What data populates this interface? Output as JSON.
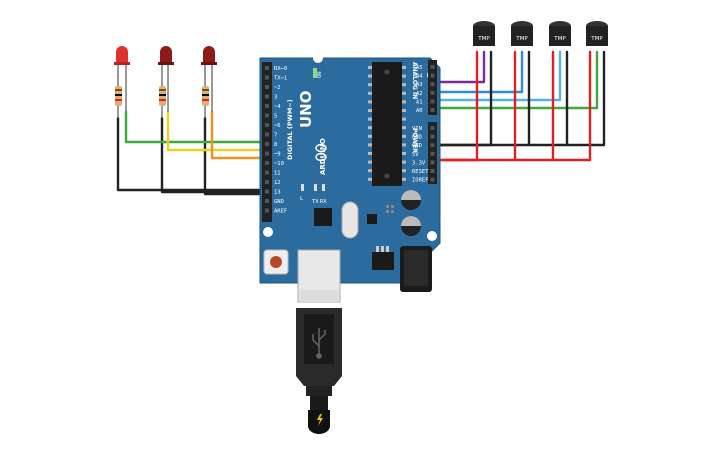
{
  "board": {
    "model": "UNO",
    "brand": "ARDUINO",
    "digital_header": "DIGITAL (PWM~)",
    "analog_header": "ANALOG IN",
    "power_header": "POWER",
    "led_l": "L",
    "led_tx": "TX",
    "led_rx": "RX",
    "led_on": "ON"
  },
  "digital_pins": [
    "RX←0",
    "TX→1",
    "~2",
    "3",
    "~4",
    "5",
    "~6",
    "7",
    "8",
    "~9",
    "~10",
    "11",
    "12",
    "13",
    "GND",
    "AREF"
  ],
  "analog_pins": [
    "A5",
    "A4",
    "A3",
    "A2",
    "A1",
    "A0"
  ],
  "power_pins": [
    "VIN",
    "GND",
    "GND",
    "5V",
    "3.3V",
    "RESET",
    "IOREF"
  ],
  "sensors": [
    {
      "label": "TMP"
    },
    {
      "label": "TMP"
    },
    {
      "label": "TMP"
    },
    {
      "label": "TMP"
    }
  ],
  "colors": {
    "board": "#2B6B9E",
    "wire_ground": "#222222",
    "wire_power": "#E02020",
    "wire_green": "#3DAA3A",
    "wire_yellow": "#E8D21E",
    "wire_orange": "#F0901E",
    "wire_purple": "#7A2A9A",
    "wire_blue": "#2A8FD8",
    "wire_cyan": "#4FB8D8",
    "led_red": "#E03030",
    "led_darkred": "#8E1A1A"
  }
}
